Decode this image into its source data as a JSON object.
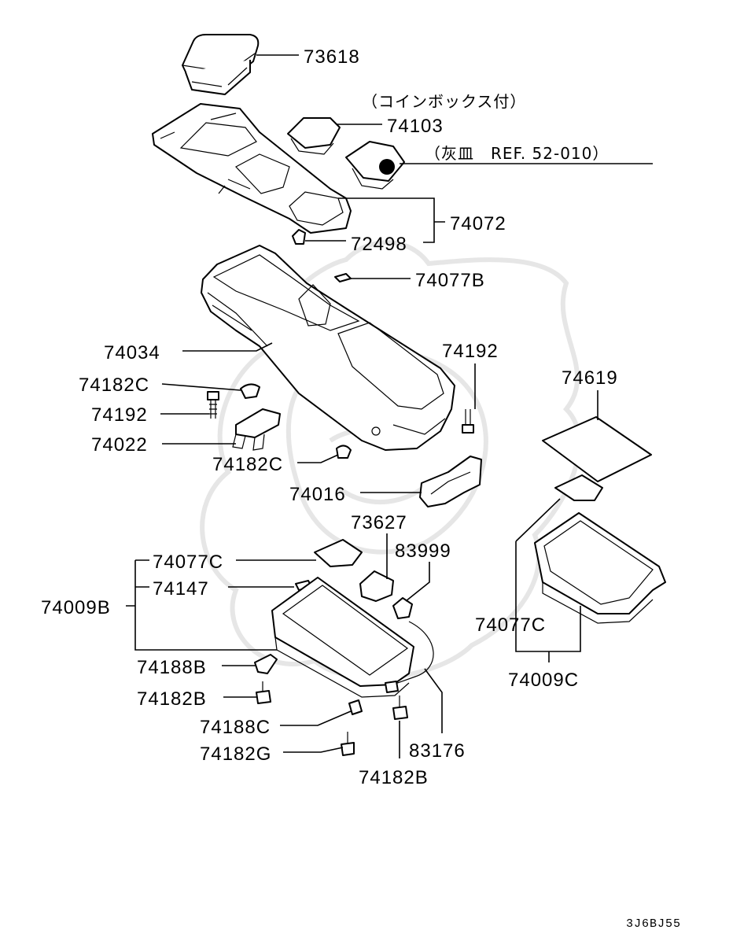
{
  "diagram": {
    "labels": {
      "p73618": "73618",
      "coin_note": "（コインボックス付）",
      "p74103": "74103",
      "ashtray_note": "（灰皿　REF. 52-010）",
      "p74072": "74072",
      "p72498": "72498",
      "p74077B": "74077B",
      "p74034": "74034",
      "p74192_r": "74192",
      "p74619": "74619",
      "p74182C_a": "74182C",
      "p74192_l": "74192",
      "p74022": "74022",
      "p74182C_b": "74182C",
      "p74016": "74016",
      "p73627": "73627",
      "p83999": "83999",
      "p74077C_l": "74077C",
      "p74147": "74147",
      "p74009B": "74009B",
      "p74077C_r": "74077C",
      "p74188B": "74188B",
      "p74009C": "74009C",
      "p74182B_l": "74182B",
      "p74188C": "74188C",
      "p83176": "83176",
      "p74182G": "74182G",
      "p74182B_b": "74182B",
      "diagram_code": "3J6BJ55"
    },
    "colors": {
      "line": "#000000",
      "background": "#ffffff",
      "watermark": "#e6e6e6"
    }
  }
}
